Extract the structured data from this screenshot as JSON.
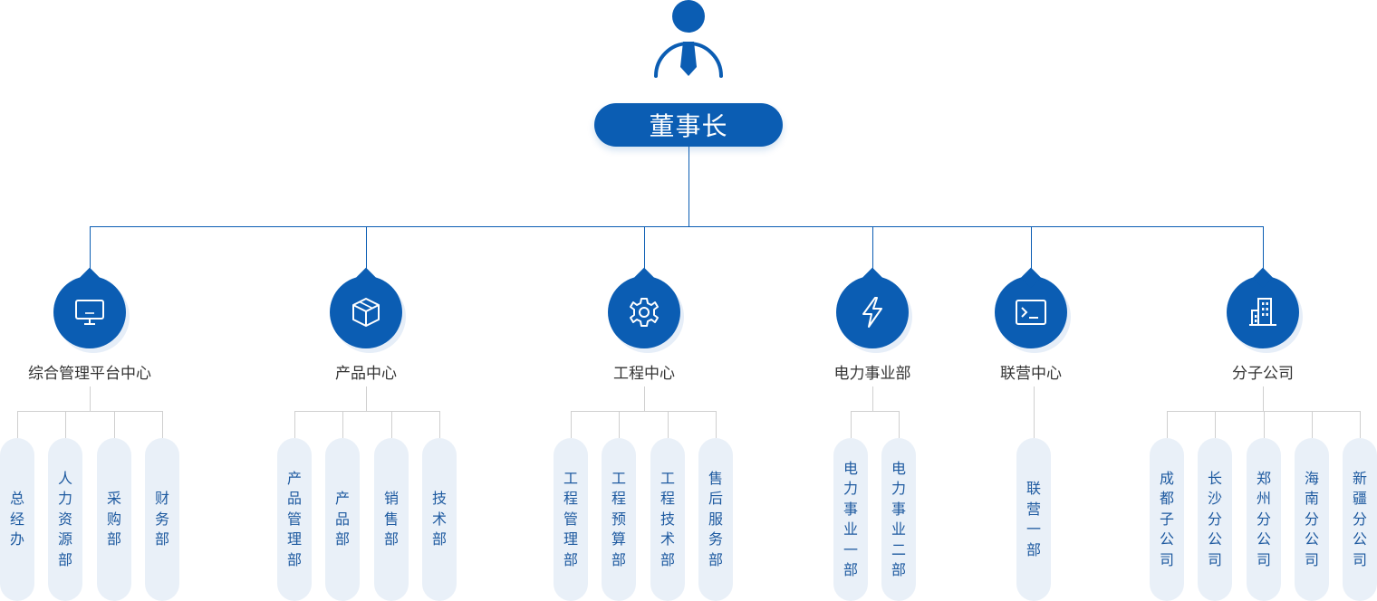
{
  "colors": {
    "primary": "#0b5db3",
    "pill_bg": "#e9f0f8",
    "pill_text": "#1e5aa0",
    "connector": "#0b5db3",
    "sub_connector": "#cfcfcf"
  },
  "root": {
    "label": "董事长",
    "icon": "person-tie-icon"
  },
  "centers": [
    {
      "name": "综合管理平台中心",
      "icon": "monitor-icon",
      "departments": [
        "总经办",
        "人力资源部",
        "采购部",
        "财务部"
      ]
    },
    {
      "name": "产品中心",
      "icon": "box-icon",
      "departments": [
        "产品管理部",
        "产品部",
        "销售部",
        "技术部"
      ]
    },
    {
      "name": "工程中心",
      "icon": "gear-icon",
      "departments": [
        "工程管理部",
        "工程预算部",
        "工程技术部",
        "售后服务部"
      ]
    },
    {
      "name": "电力事业部",
      "icon": "lightning-icon",
      "departments": [
        "电力事业一部",
        "电力事业二部"
      ]
    },
    {
      "name": "联营中心",
      "icon": "terminal-icon",
      "departments": [
        "联营一部"
      ]
    },
    {
      "name": "分子公司",
      "icon": "building-icon",
      "departments": [
        "成都子公司",
        "长沙分公司",
        "郑州分公司",
        "海南分公司",
        "新疆分公司"
      ]
    }
  ]
}
